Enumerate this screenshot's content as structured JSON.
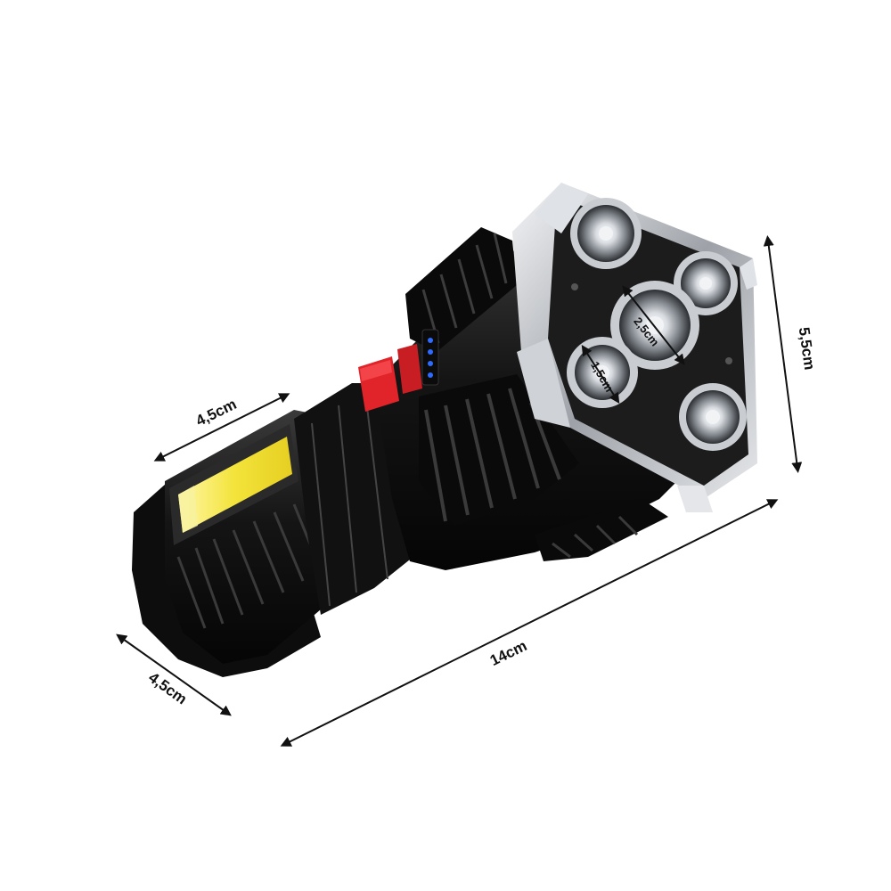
{
  "product": {
    "name": "",
    "colors": {
      "body": "#1a1a1a",
      "cob_panel": "#f2e03a",
      "button": "#e0242a",
      "indicator": "#2f6bff",
      "led_chrome": "#c9ccd0"
    }
  },
  "dimensions": {
    "length": "14cm",
    "width_top": "4,5cm",
    "width_side": "4,5cm",
    "head_height": "5,5cm",
    "center_led": "2,5cm",
    "side_led": "1,5cm"
  }
}
